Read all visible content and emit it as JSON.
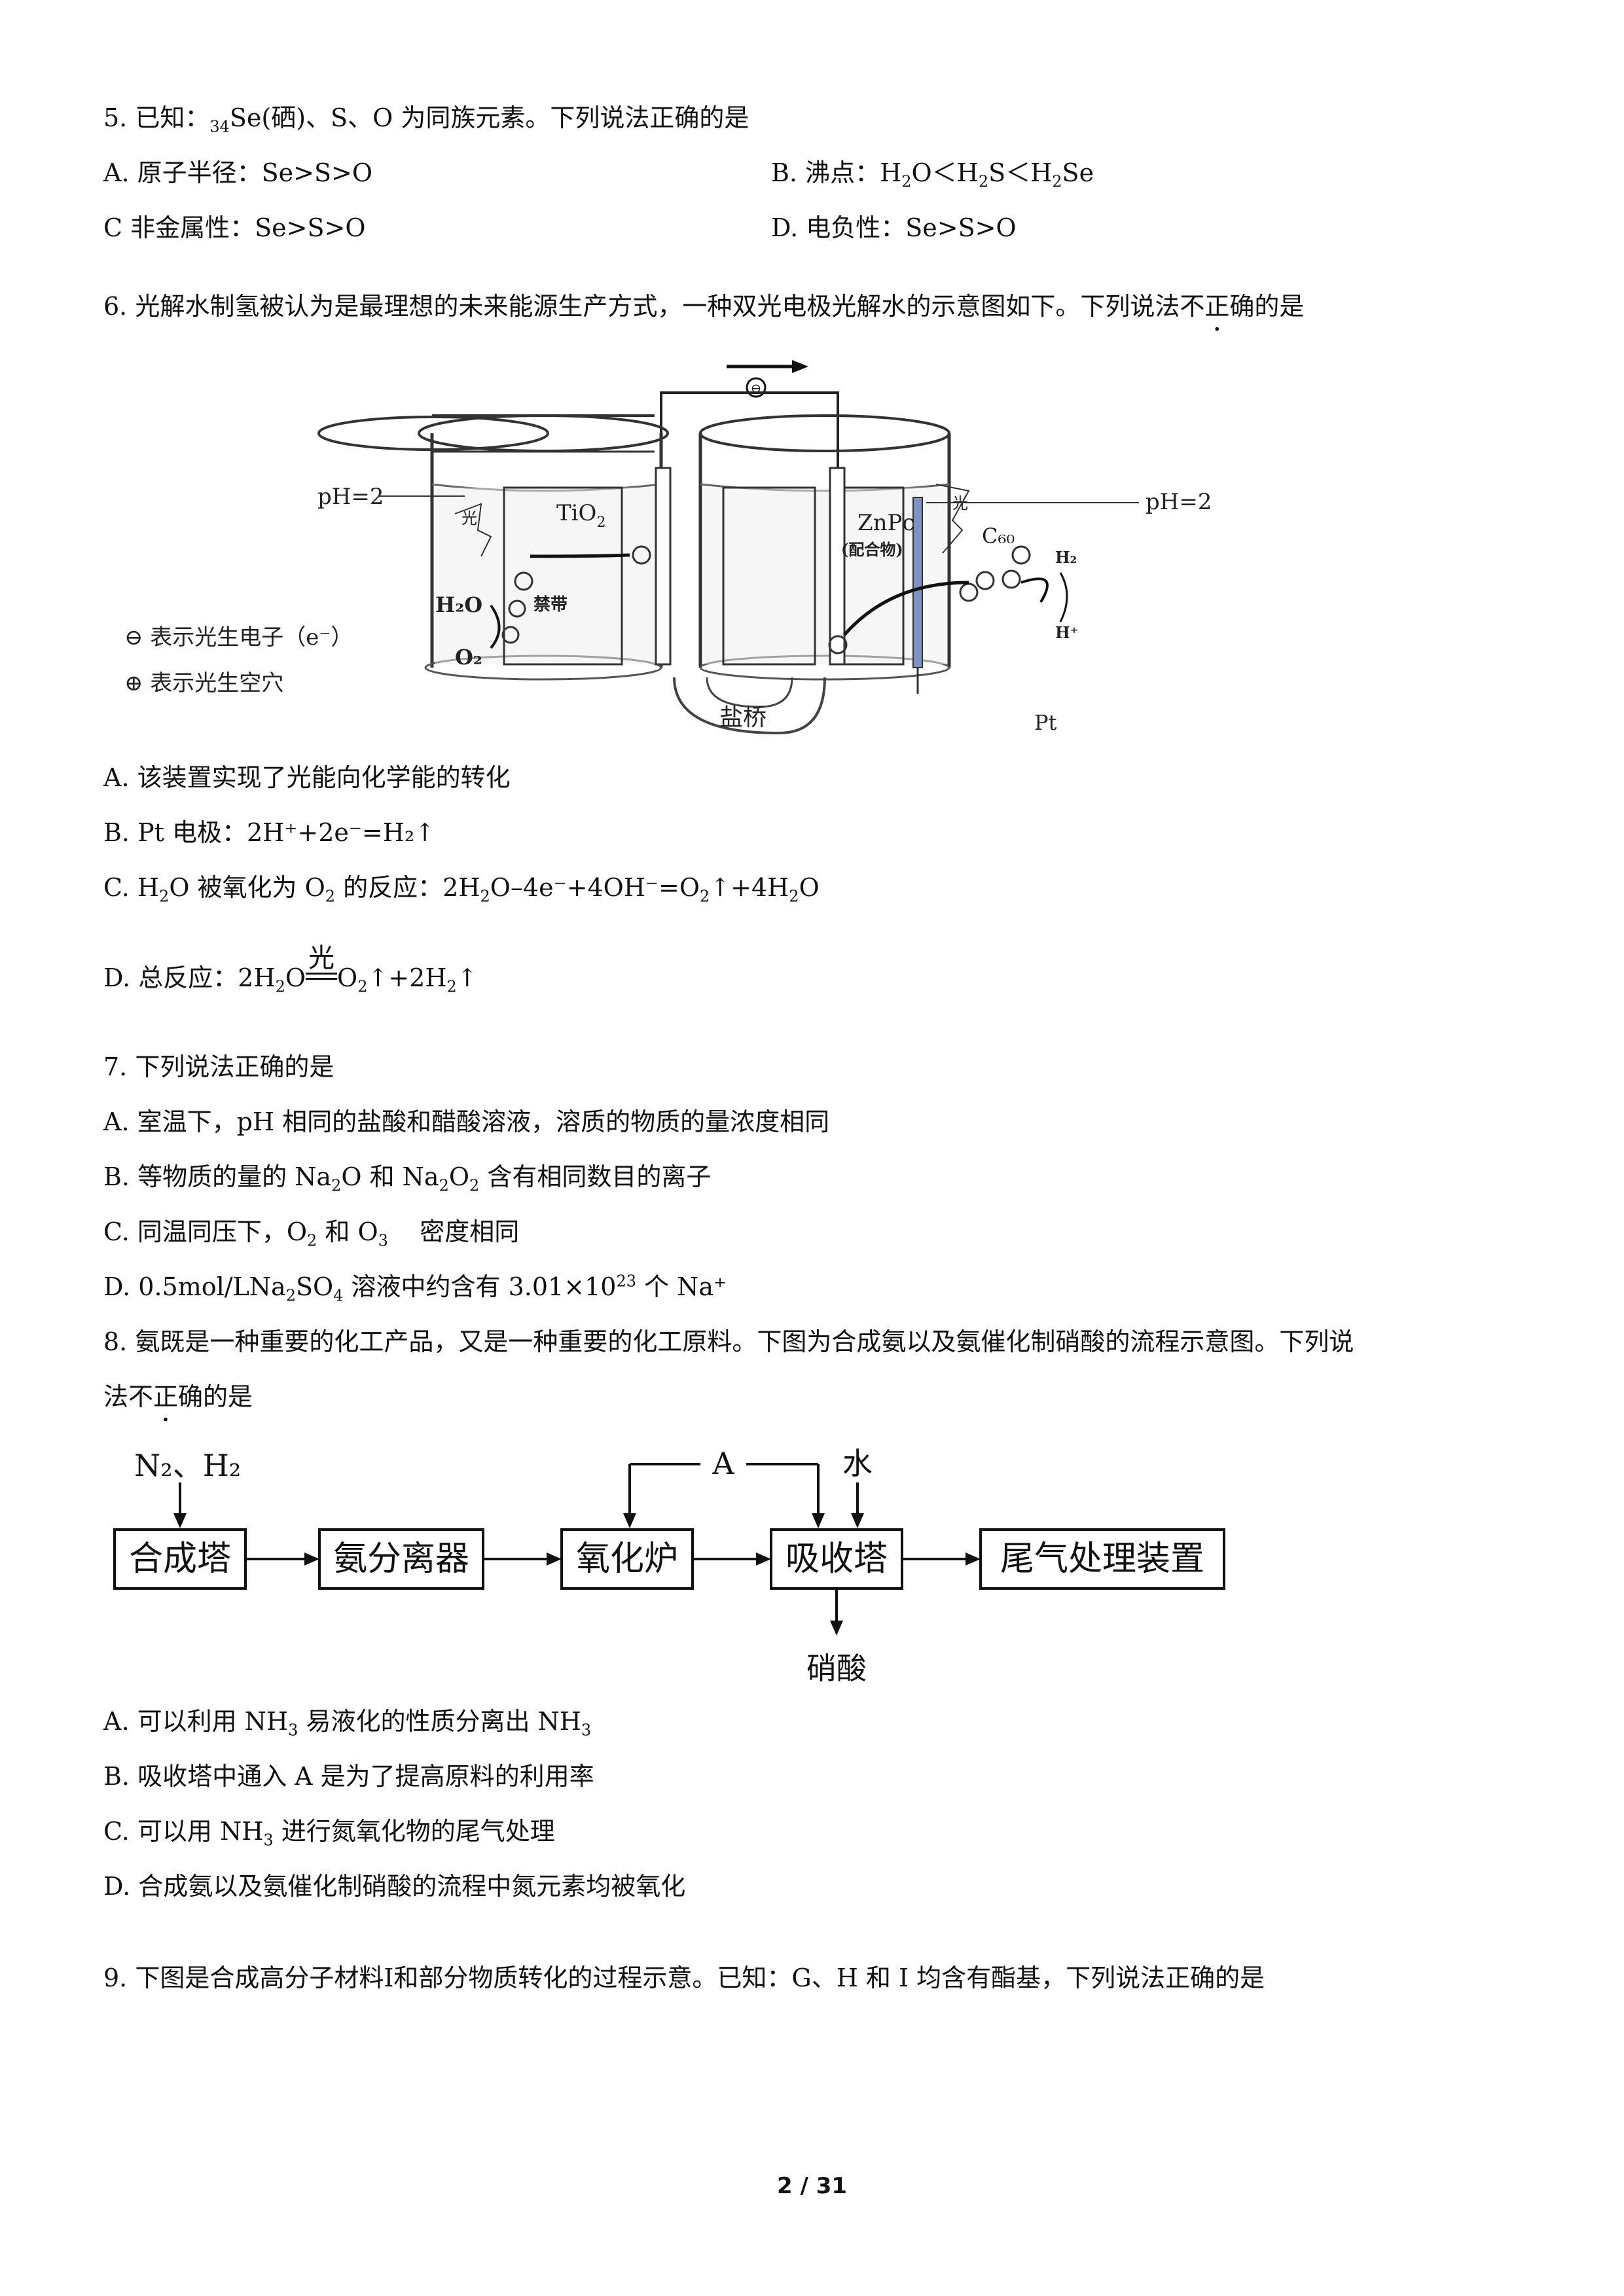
{
  "q5": {
    "stem_pre": "5. 已知：",
    "stem_sub": "34",
    "stem_post": "Se(硒)、S、O 为同族元素。下列说法正确的是",
    "a": "A. 原子半径：Se>S>O",
    "b_pre": "B. 沸点：H",
    "b_s1": "2",
    "b_mid1": "O＜H",
    "b_s2": "2",
    "b_mid2": "S＜H",
    "b_s3": "2",
    "b_post": "Se",
    "c": "C  非金属性：Se>S>O",
    "d": "D. 电负性：Se>S>O"
  },
  "q6": {
    "stem_pre": "6. 光解水制氢被认为是最理想的未来能源生产方式，一种双光电极光解水的示意图如下。下列说法",
    "stem_emph": "不正确",
    "stem_post": "的是",
    "figure": {
      "ph_left": "pH=2",
      "ph_right": "pH=2",
      "electron_flow": "⊖",
      "light_left": "光",
      "light_right": "光",
      "tio2": "TiO",
      "tio2_sub": "2",
      "h2o": "H₂O",
      "o2": "O₂",
      "band": "禁带",
      "znpc": "ZnPc",
      "complex": "(配合物)",
      "c60": "C₆₀",
      "h2": "H₂",
      "hplus": "H⁺",
      "pt": "Pt",
      "salt_bridge": "盐桥",
      "legend_electron": "⊖ 表示光生电子（e⁻）",
      "legend_hole": "⊕ 表示光生空穴"
    },
    "a": "A. 该装置实现了光能向化学能的转化",
    "b": "B. Pt 电极：2H⁺+2e⁻=H₂↑",
    "c_pre": "C. H",
    "c_s1": "2",
    "c_mid1": "O 被氧化为 O",
    "c_s2": "2",
    "c_mid2": " 的反应：2H",
    "c_s3": "2",
    "c_mid3": "O–4e⁻+4OH⁻=O",
    "c_s4": "2",
    "c_mid4": "↑+4H",
    "c_s5": "2",
    "c_post": "O",
    "d_pre": "D. 总反应：2H",
    "d_s1": "2",
    "d_mid1": "O",
    "d_cond": "光",
    "d_mid2": "O",
    "d_s2": "2",
    "d_mid3": "↑+2H",
    "d_s3": "2",
    "d_post": "↑"
  },
  "q7": {
    "stem": "7. 下列说法正确的是",
    "a": "A. 室温下，pH 相同的盐酸和醋酸溶液，溶质的物质的量浓度相同",
    "b_pre": "B. 等物质的量的 Na",
    "b_s1": "2",
    "b_mid": "O 和 Na",
    "b_s2": "2",
    "b_mid2": "O",
    "b_s3": "2",
    "b_post": " 含有相同数目的离子",
    "c_pre": "C. 同温同压下，O",
    "c_s1": "2",
    "c_mid": " 和 O",
    "c_s2": "3",
    "c_post": "    密度相同",
    "d_pre": "D. 0.5mol/LNa",
    "d_s1": "2",
    "d_mid": "SO",
    "d_s2": "4",
    "d_mid2": " 溶液中约含有 3.01×10",
    "d_sup": "23",
    "d_post": " 个 Na⁺"
  },
  "q8": {
    "stem_line1": "8. 氨既是一种重要的化工产品，又是一种重要的化工原料。下图为合成氨以及氨催化制硝酸的流程示意图。下列说",
    "stem_pre2": "法",
    "stem_emph": "不正确",
    "stem_post2": "的是",
    "flow": {
      "input": "N₂、H₂",
      "box1": "合成塔",
      "box2": "氨分离器",
      "box3": "氧化炉",
      "box4": "吸收塔",
      "box5": "尾气处理装置",
      "a_label": "A",
      "water": "水",
      "product": "硝酸"
    },
    "a_pre": "A. 可以利用 NH",
    "a_s1": "3",
    "a_mid": " 易液化的性质分离出 NH",
    "a_s2": "3",
    "b": "B. 吸收塔中通入 A 是为了提高原料的利用率",
    "c_pre": "C. 可以用 NH",
    "c_s1": "3",
    "c_post": " 进行氮氧化物的尾气处理",
    "d": "D. 合成氨以及氨催化制硝酸的流程中氮元素均被氧化"
  },
  "q9": {
    "stem": "9. 下图是合成高分子材料I和部分物质转化的过程示意。已知：G、H 和 I 均含有酯基，下列说法正确的是"
  },
  "footer": {
    "page": "2 / 31"
  }
}
